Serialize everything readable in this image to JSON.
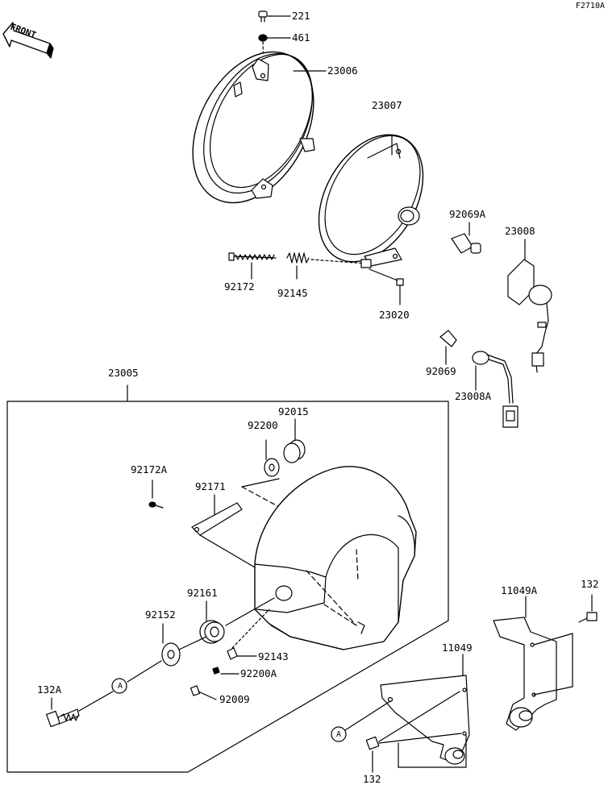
{
  "figure_ref": "F2710A",
  "front_marker": "FRONT",
  "callout_a": "A",
  "parts": {
    "p221": "221",
    "p461": "461",
    "p23006": "23006",
    "p23007": "23007",
    "p92069A": "92069A",
    "p23008": "23008",
    "p92172": "92172",
    "p92145": "92145",
    "p23020": "23020",
    "p92069": "92069",
    "p23008A": "23008A",
    "p23005": "23005",
    "p92015": "92015",
    "p92200": "92200",
    "p92172A": "92172A",
    "p92171": "92171",
    "p92161": "92161",
    "p92152": "92152",
    "p92143": "92143",
    "p92200A": "92200A",
    "p132A": "132A",
    "p92009": "92009",
    "p11049A": "11049A",
    "p132_top": "132",
    "p11049": "11049",
    "p132_bottom": "132"
  }
}
